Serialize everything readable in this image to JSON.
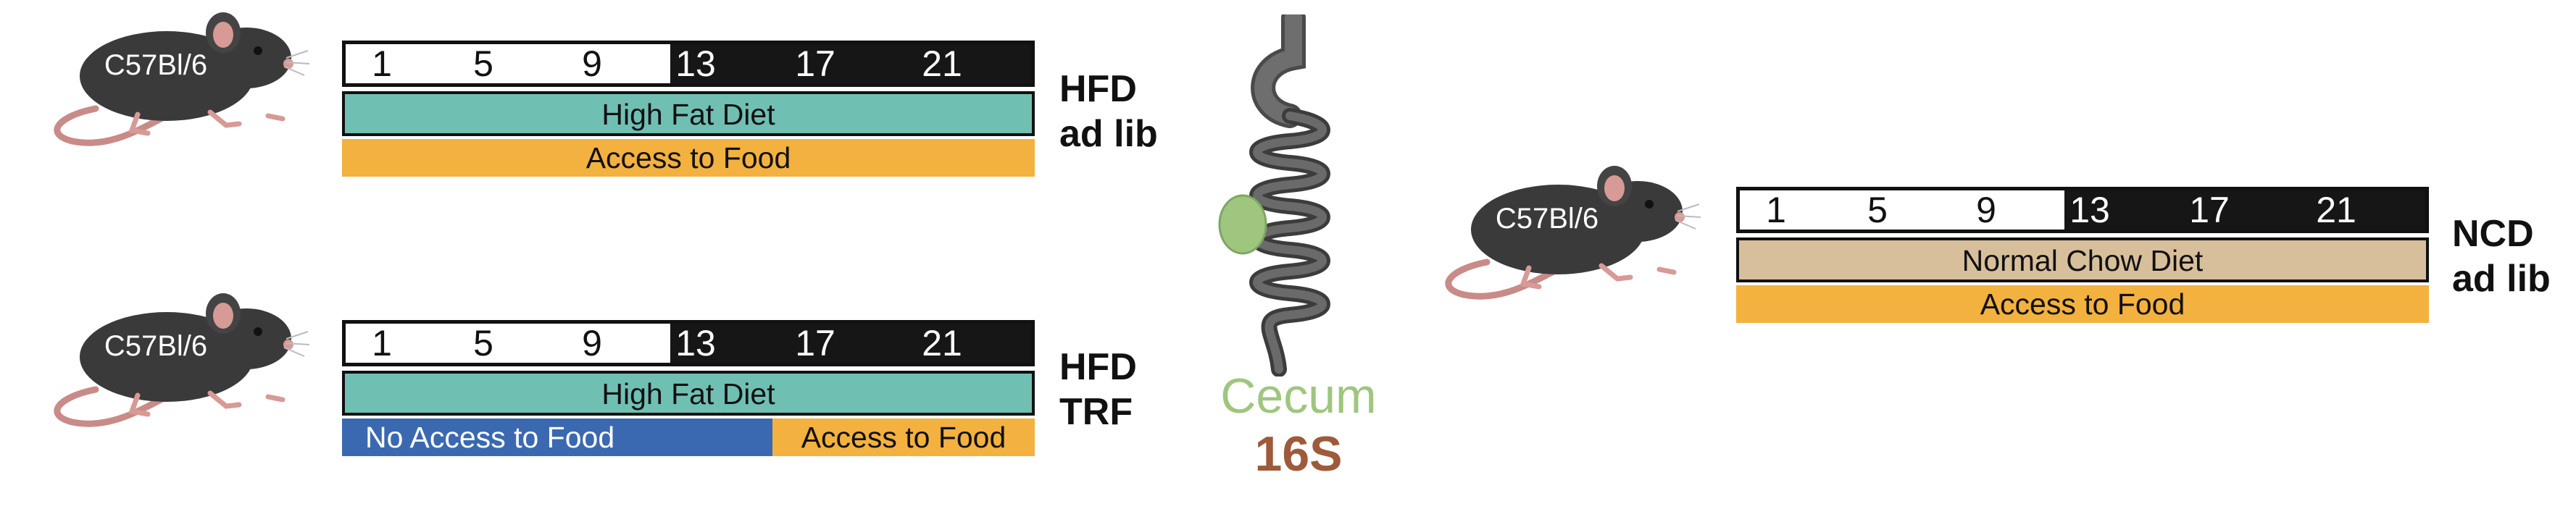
{
  "hours": [
    "1",
    "5",
    "9",
    "13",
    "17",
    "21"
  ],
  "colors": {
    "hfd_diet": "#70bfb3",
    "ncd_diet": "#d8bf9b",
    "access": "#f3b13f",
    "no_access": "#3b69b1",
    "dark_phase": "#161616",
    "cecum_green": "#9fc67f",
    "sixteen_s_brown": "#9e5a3a"
  },
  "groups": {
    "hfd_adlib": {
      "mouse_label": "C57Bl/6",
      "diet_label": "High Fat Diet",
      "access_label": "Access to Food",
      "name_line1": "HFD",
      "name_line2": "ad lib"
    },
    "hfd_trf": {
      "mouse_label": "C57Bl/6",
      "diet_label": "High Fat Diet",
      "no_access_label": "No Access to Food",
      "access_label": "Access to Food",
      "name_line1": "HFD",
      "name_line2": "TRF"
    },
    "ncd_adlib": {
      "mouse_label": "C57Bl/6",
      "diet_label": "Normal Chow Diet",
      "access_label": "Access to Food",
      "name_line1": "NCD",
      "name_line2": "ad lib"
    }
  },
  "center": {
    "organ_label": "Cecum",
    "assay_label": "16S"
  }
}
